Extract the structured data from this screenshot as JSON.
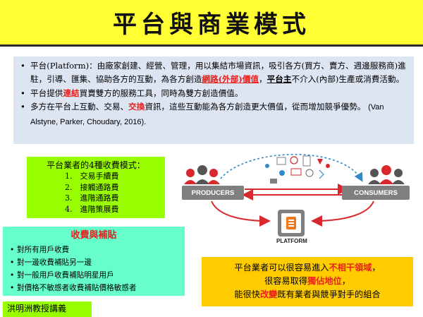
{
  "title": "平台與商業模式",
  "definition": {
    "bullet1": {
      "part1": "平台(Platform)：由廠家創建、經營、管理，用以集結市場資訊，吸引各方(買方、賣方、週邊服務商)進駐，引導、匯集、協助各方的互動，為各方創造",
      "highlight": "網路(外部)價值",
      "part2": "，",
      "underline": "平台主",
      "part3": "不介入(內部)生產或消費活動。"
    },
    "bullet2": {
      "part1": "平台提供",
      "highlight": "連結",
      "part2": "買賣雙方的服務工具，同時為雙方創造價值。"
    },
    "bullet3": {
      "part1": "多方在平台上互動、交易、",
      "highlight": "交換",
      "part2": "資訊，這些互動能為各方創造更大價值，從而增加競爭優勢。",
      "citation": "(Van Alstyne, Parker, Choudary, 2016)."
    }
  },
  "fee_models": {
    "title": "平台業者的4種收費模式：",
    "items": [
      "1.　交易手續費",
      "2.　接觸通路費",
      "3.　進階通路費",
      "4.　進階策展費"
    ]
  },
  "subsidy": {
    "title": "收費與補貼",
    "items": [
      "對所有用戶收費",
      "對一邊收費補貼另一邊",
      "對一般用戶收費補貼明星用戶",
      "對價格不敏感者收費補貼價格敏感者"
    ]
  },
  "professor": "洪明洲教授講義",
  "competition": {
    "line1_part1": "平台業者可以很容易進入",
    "line1_highlight": "不相干領域",
    "line1_part2": "，",
    "line2_part1": "很容易取得",
    "line2_highlight": "獨佔地位",
    "line2_part2": "，",
    "line3_part1": "能很快",
    "line3_highlight": "改變",
    "line3_part2": "既有業者與競爭對手的組合"
  },
  "diagram": {
    "producers_label": "PRODUCERS",
    "consumers_label": "CONSUMERS",
    "platform_label": "PLATFORM"
  },
  "colors": {
    "title_bg": "#ffff33",
    "definition_bg": "#dde4f2",
    "fee_bg": "#99ff00",
    "subsidy_bg": "#66ffcc",
    "competition_bg": "#ffcc00",
    "highlight": "#e8201c",
    "node_gray": "#7f7f7f",
    "arrow_red": "#d9272e",
    "arrow_blue": "#2e8bc9"
  }
}
